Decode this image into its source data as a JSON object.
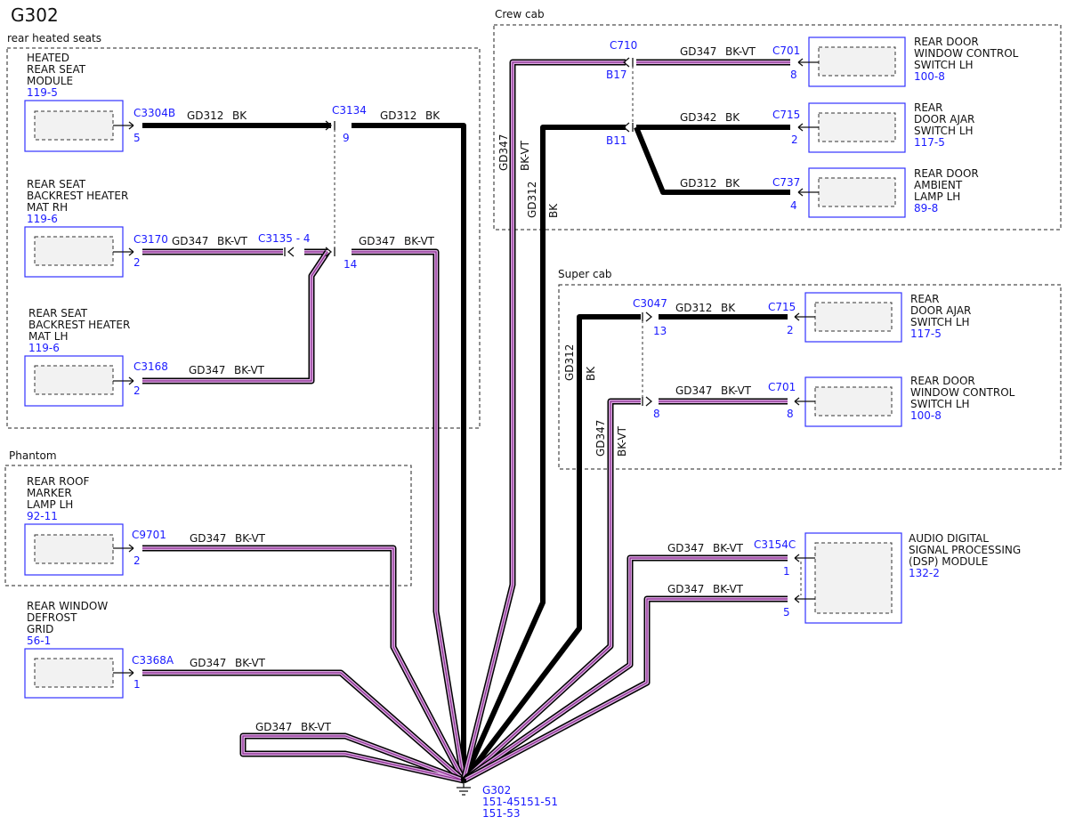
{
  "title": "G302",
  "regions": {
    "rear_heated_seats": "rear heated seats",
    "phantom": "Phantom",
    "crew_cab": "Crew cab",
    "super_cab": "Super cab"
  },
  "modules": {
    "heated_rear_seat": {
      "lines": [
        "HEATED",
        "REAR SEAT",
        "MODULE"
      ],
      "ref": "119-5"
    },
    "backrest_rh": {
      "lines": [
        "REAR SEAT",
        "BACKREST HEATER",
        "MAT RH"
      ],
      "ref": "119-6"
    },
    "backrest_lh": {
      "lines": [
        "REAR SEAT",
        "BACKREST HEATER",
        "MAT LH"
      ],
      "ref": "119-6"
    },
    "roof_marker": {
      "lines": [
        "REAR ROOF",
        "MARKER",
        "LAMP LH"
      ],
      "ref": "92-11"
    },
    "window_defrost": {
      "lines": [
        "REAR WINDOW",
        "DEFROST",
        "GRID"
      ],
      "ref": "56-1"
    },
    "crew_window": {
      "lines": [
        "REAR DOOR",
        "WINDOW CONTROL",
        "SWITCH LH"
      ],
      "ref": "100-8"
    },
    "crew_ajar": {
      "lines": [
        "REAR",
        "DOOR AJAR",
        "SWITCH LH"
      ],
      "ref": "117-5"
    },
    "crew_ambient": {
      "lines": [
        "REAR DOOR",
        "AMBIENT",
        "LAMP LH"
      ],
      "ref": "89-8"
    },
    "super_ajar": {
      "lines": [
        "REAR",
        "DOOR AJAR",
        "SWITCH LH"
      ],
      "ref": "117-5"
    },
    "super_window": {
      "lines": [
        "REAR DOOR",
        "WINDOW CONTROL",
        "SWITCH LH"
      ],
      "ref": "100-8"
    },
    "dsp": {
      "lines": [
        "AUDIO DIGITAL",
        "SIGNAL PROCESSING",
        "(DSP) MODULE"
      ],
      "ref": "132-2"
    }
  },
  "connectors": {
    "c3304b": {
      "name": "C3304B",
      "pin": "5"
    },
    "c3134": {
      "name": "C3134",
      "pin": "9",
      "pin2": "14"
    },
    "c3170": {
      "name": "C3170",
      "pin": "2"
    },
    "c3135": {
      "name": "C3135 - 4"
    },
    "c3168": {
      "name": "C3168",
      "pin": "2"
    },
    "c9701": {
      "name": "C9701",
      "pin": "2"
    },
    "c3368a": {
      "name": "C3368A",
      "pin": "1"
    },
    "c710": {
      "name": "C710",
      "pin_b17": "B17",
      "pin_b11": "B11"
    },
    "c701_crew": {
      "name": "C701",
      "pin": "8"
    },
    "c715_crew": {
      "name": "C715",
      "pin": "2"
    },
    "c737": {
      "name": "C737",
      "pin": "4"
    },
    "c3047": {
      "name": "C3047",
      "pin13": "13",
      "pin8": "8"
    },
    "c715_super": {
      "name": "C715",
      "pin": "2"
    },
    "c701_super": {
      "name": "C701",
      "pin": "8"
    },
    "c3154c": {
      "name": "C3154C",
      "pin1": "1",
      "pin5": "5"
    }
  },
  "circuits": {
    "gd312": "GD312",
    "gd347": "GD347",
    "gd342": "GD342",
    "bk": "BK",
    "bkvt": "BK-VT"
  },
  "ground": {
    "name": "G302",
    "refs": [
      "151-45151-51",
      "151-53"
    ]
  }
}
